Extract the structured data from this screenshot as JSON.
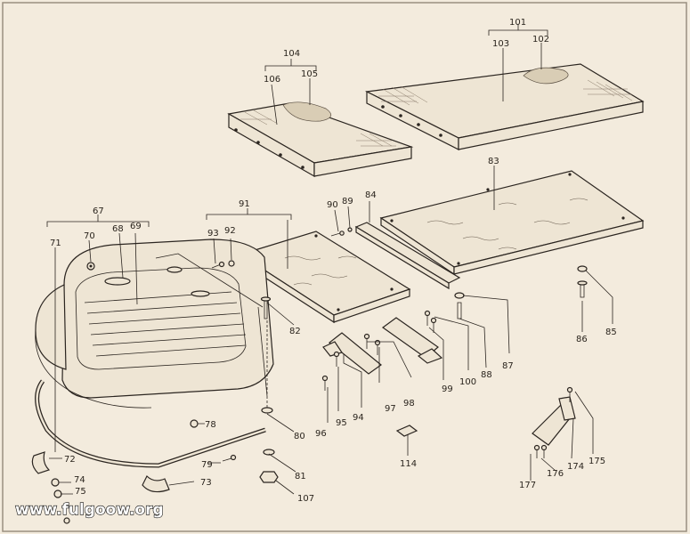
{
  "callouts": {
    "p67": "67",
    "p68": "68",
    "p69": "69",
    "p70": "70",
    "p71": "71",
    "p72": "72",
    "p73": "73",
    "p74": "74",
    "p75": "75",
    "p78": "78",
    "p79": "79",
    "p80": "80",
    "p81": "81",
    "p82": "82",
    "p83": "83",
    "p84": "84",
    "p85": "85",
    "p86": "86",
    "p87": "87",
    "p88": "88",
    "p89": "89",
    "p90": "90",
    "p91": "91",
    "p92": "92",
    "p93": "93",
    "p94": "94",
    "p95": "95",
    "p96": "96",
    "p97": "97",
    "p98": "98",
    "p99": "99",
    "p100": "100",
    "p101": "101",
    "p102": "102",
    "p103": "103",
    "p104": "104",
    "p105": "105",
    "p106": "106",
    "p107": "107",
    "p114": "114",
    "p174": "174",
    "p175": "175",
    "p176": "176",
    "p177": "177"
  },
  "watermark": "www.fulgoow.org",
  "colors": {
    "paper": "#f3ebdd",
    "ink": "#2b2520",
    "part_fill": "#eee5d4"
  }
}
